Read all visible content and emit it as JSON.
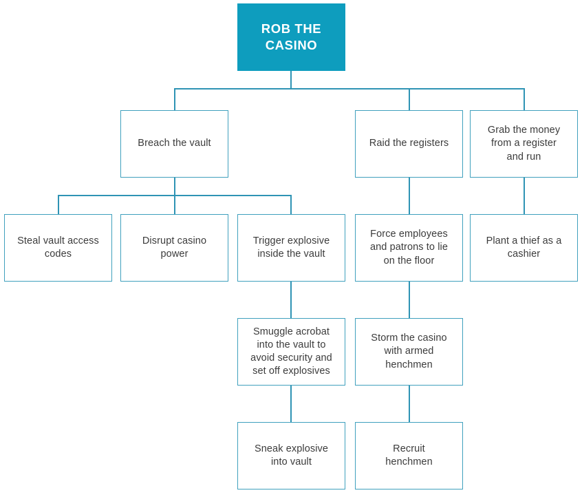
{
  "diagram": {
    "type": "attack-tree",
    "title": "Rob the Casino attack tree",
    "colors": {
      "root_fill": "#0e9dbe",
      "root_text": "#ffffff",
      "node_border": "#3fa0bd",
      "node_fill": "#ffffff",
      "node_text": "#3b3b3b",
      "connector": "#2e93b4"
    },
    "nodes": {
      "root": "ROB THE\nCASINO",
      "breach_the_vault": "Breach the vault",
      "raid_the_registers": "Raid the registers",
      "grab_the_money": "Grab the money\nfrom a register\nand run",
      "steal_vault_access_codes": "Steal vault access\ncodes",
      "disrupt_casino_power": "Disrupt casino\npower",
      "trigger_explosive": "Trigger explosive\ninside the vault",
      "force_employees": "Force employees\nand patrons to lie\non the floor",
      "plant_a_thief": "Plant a thief as a\ncashier",
      "smuggle_acrobat": "Smuggle acrobat\ninto the vault to\navoid security and\nset off explosives",
      "storm_the_casino": "Storm the casino\nwith armed\nhenchmen",
      "sneak_explosive": "Sneak explosive\ninto vault",
      "recruit_henchmen": "Recruit\nhenchmen"
    }
  }
}
